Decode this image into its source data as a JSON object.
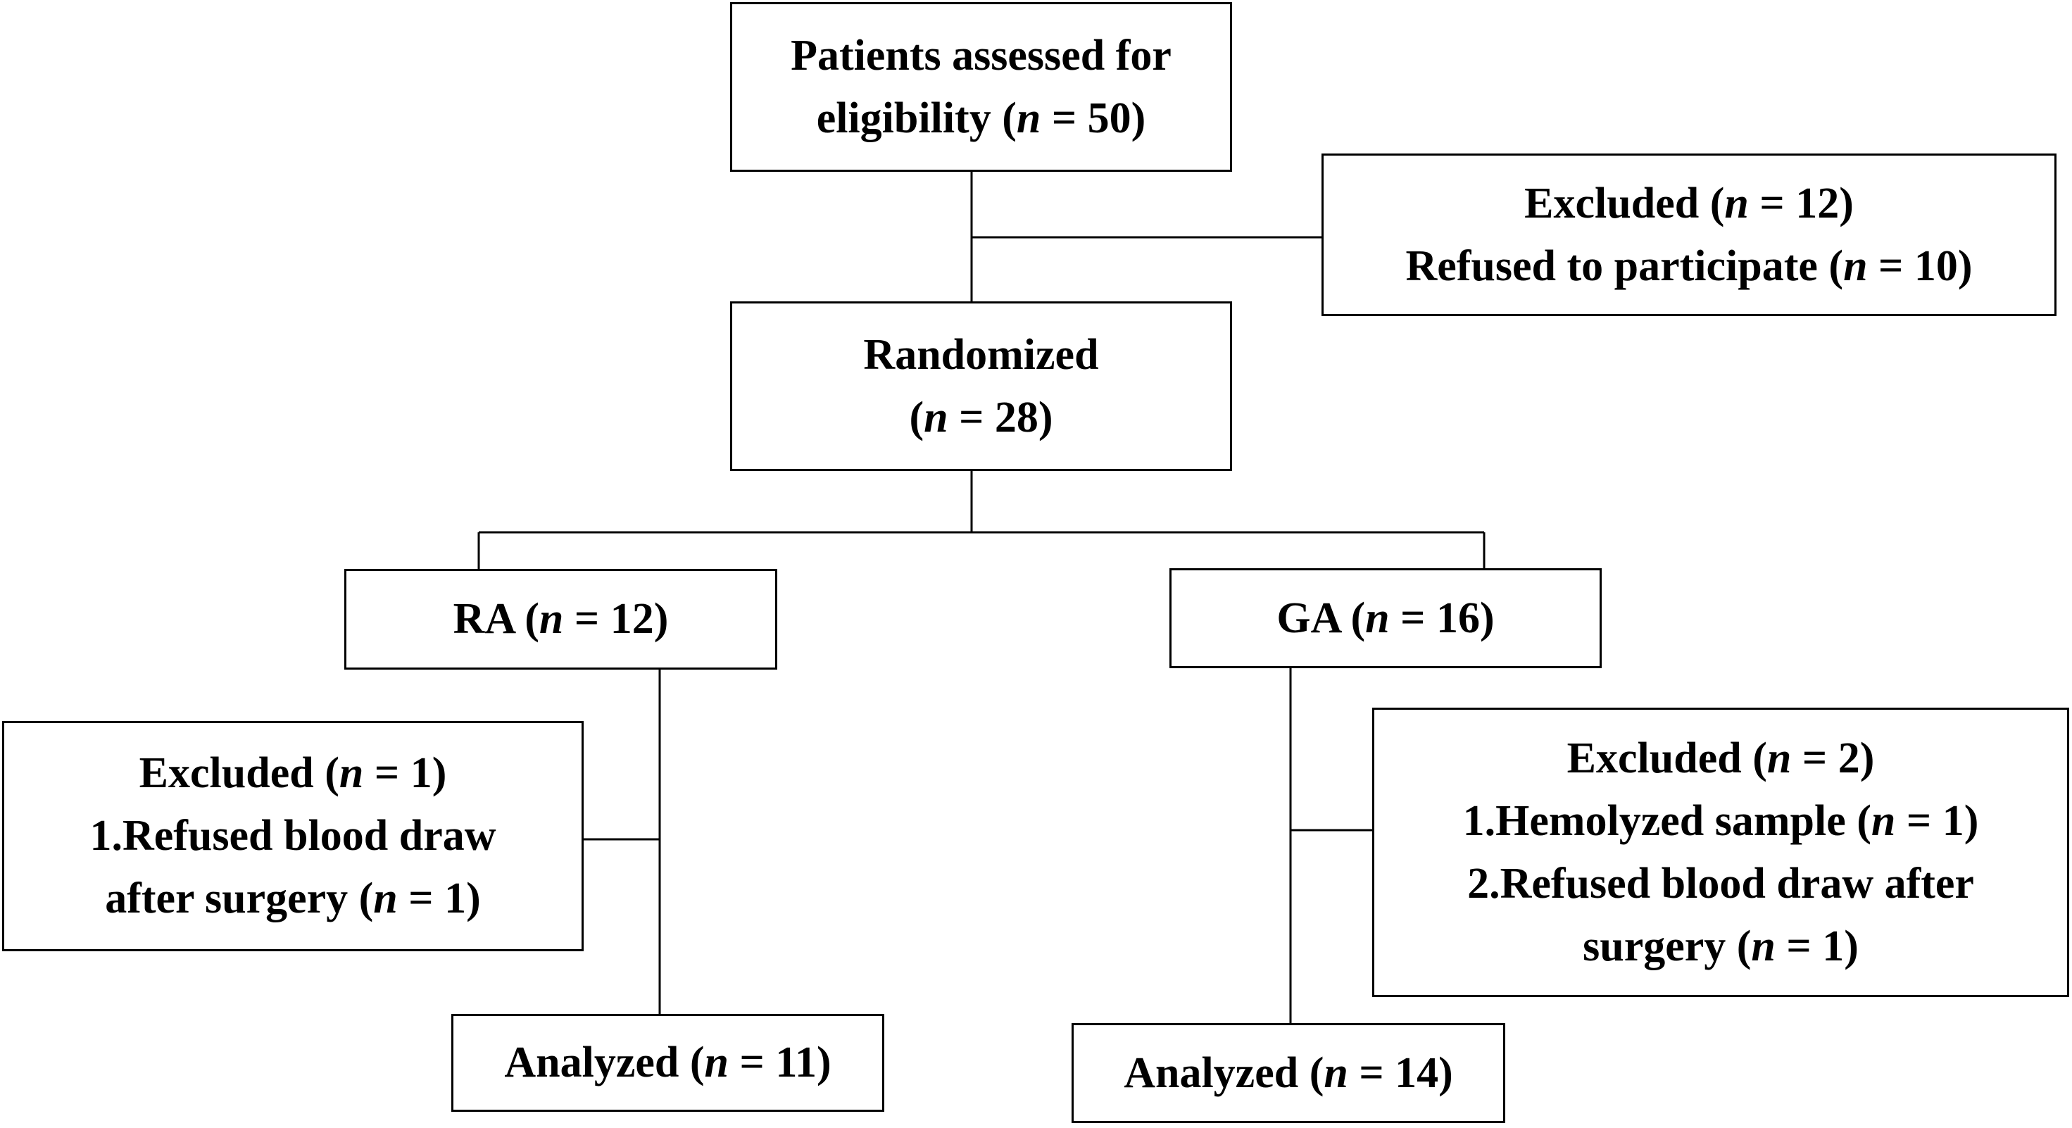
{
  "flow": {
    "assessed": {
      "line1": "Patients assessed for",
      "line2_pre": "eligibility (",
      "line2_var": "n",
      "line2_post": " = 50)"
    },
    "excluded_top": {
      "line1_pre": "Excluded (",
      "line1_var": "n",
      "line1_post": " = 12)",
      "line2_pre": "Refused to participate (",
      "line2_var": "n",
      "line2_post": " = 10)"
    },
    "randomized": {
      "line1": "Randomized",
      "line2_pre": "(",
      "line2_var": "n",
      "line2_post": " = 28)"
    },
    "ra": {
      "pre": "RA (",
      "var": "n",
      "post": " = 12)"
    },
    "ga": {
      "pre": "GA (",
      "var": "n",
      "post": " = 16)"
    },
    "excluded_ra": {
      "line1_pre": "Excluded (",
      "line1_var": "n",
      "line1_post": " = 1)",
      "line2": "1.Refused blood draw",
      "line3_pre": "after surgery (",
      "line3_var": "n",
      "line3_post": " = 1)"
    },
    "excluded_ga": {
      "line1_pre": "Excluded (",
      "line1_var": "n",
      "line1_post": " = 2)",
      "line2_pre": "1.Hemolyzed sample (",
      "line2_var": "n",
      "line2_post": " = 1)",
      "line3": "2.Refused blood draw after",
      "line4_pre": "surgery (",
      "line4_var": "n",
      "line4_post": " = 1)"
    },
    "analyzed_ra": {
      "pre": "Analyzed (",
      "var": "n",
      "post": " = 11)"
    },
    "analyzed_ga": {
      "pre": "Analyzed (",
      "var": "n",
      "post": " = 14)"
    }
  }
}
